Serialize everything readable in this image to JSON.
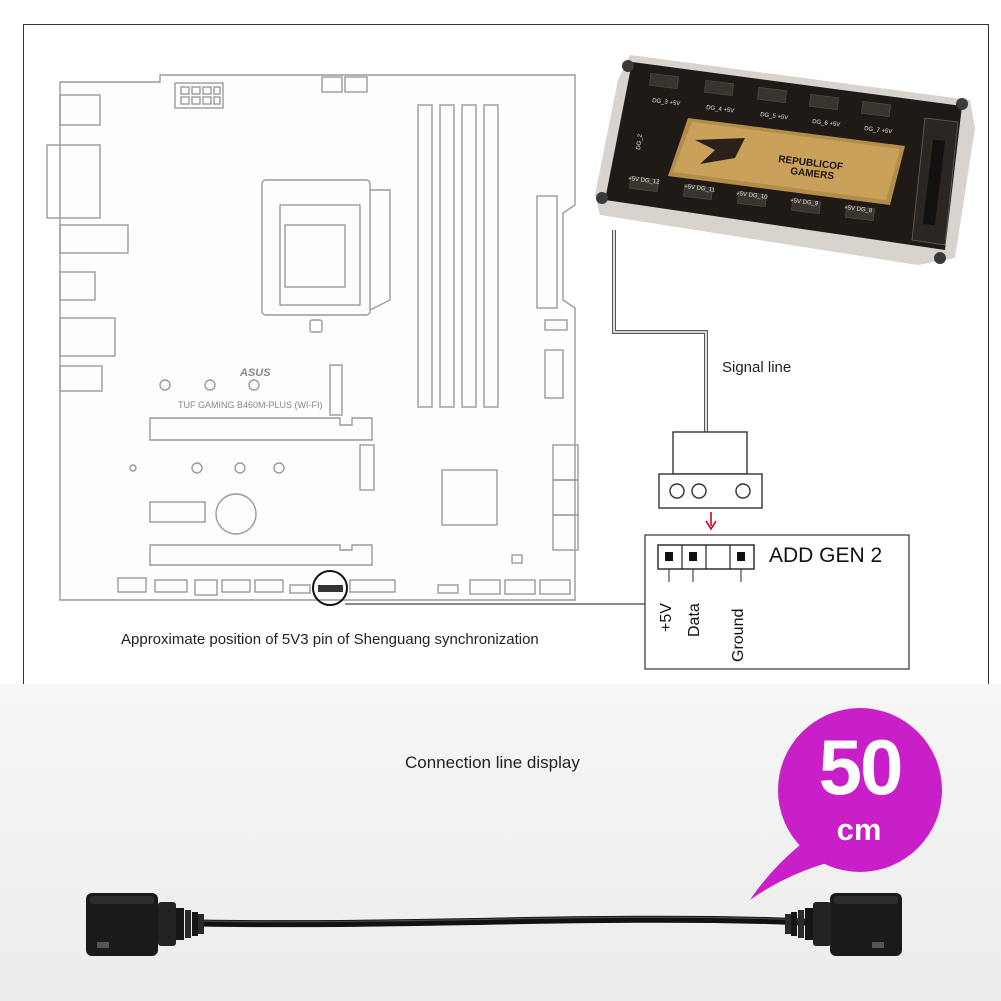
{
  "labels": {
    "signal_line": "Signal line",
    "approx_position": "Approximate position of 5V3 pin of Shenguang synchronization",
    "add_gen": "ADD GEN 2",
    "pins": [
      "+5V",
      "Data",
      "Ground"
    ],
    "connection_display": "Connection line display",
    "length_value": "50",
    "length_unit": "cm"
  },
  "motherboard": {
    "brand": "ASUS",
    "model": "TUF GAMING B460M-PLUS (WI-FI)"
  },
  "hub": {
    "logo_line1": "REPUBLICOF",
    "logo_line2": "GAMERS",
    "top_ports": [
      "DG_3",
      "DG_4",
      "DG_5",
      "DG_6",
      "DG_7"
    ],
    "bottom_ports": [
      "DG_12",
      "DG_11",
      "DG_10",
      "DG_9",
      "DG_8"
    ],
    "side_port": "DG_2",
    "voltage_label": "+5V"
  },
  "colors": {
    "badge": "#c81fc8",
    "arrow": "#d0021b",
    "hub_body": "#1a1714",
    "hub_gold": "#c9a15a"
  }
}
